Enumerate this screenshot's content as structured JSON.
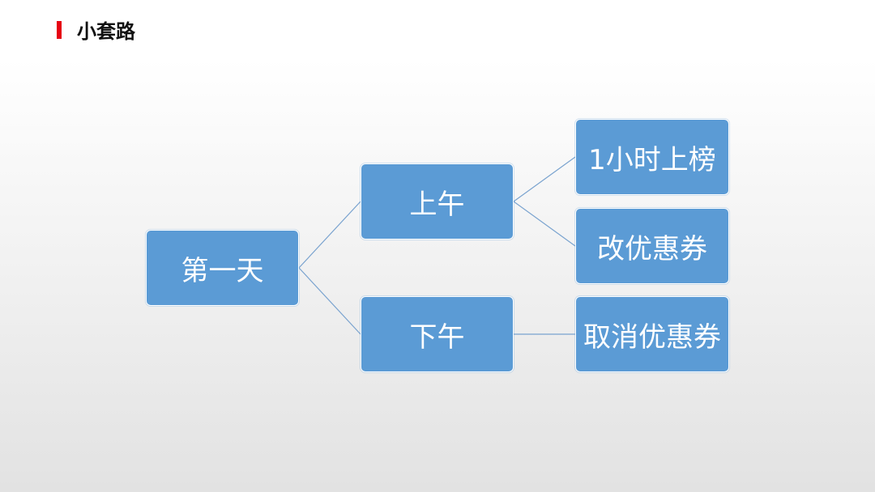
{
  "slide": {
    "title": "小套路",
    "accent_color": "#e60012",
    "node_color": "#5b9bd5",
    "connector_color": "#7aa3cf"
  },
  "diagram": {
    "root": {
      "label": "第一天"
    },
    "branches": [
      {
        "label": "上午",
        "children": [
          {
            "label": "1小时上榜"
          },
          {
            "label": "改优惠券"
          }
        ]
      },
      {
        "label": "下午",
        "children": [
          {
            "label": "取消优惠券"
          }
        ]
      }
    ]
  }
}
